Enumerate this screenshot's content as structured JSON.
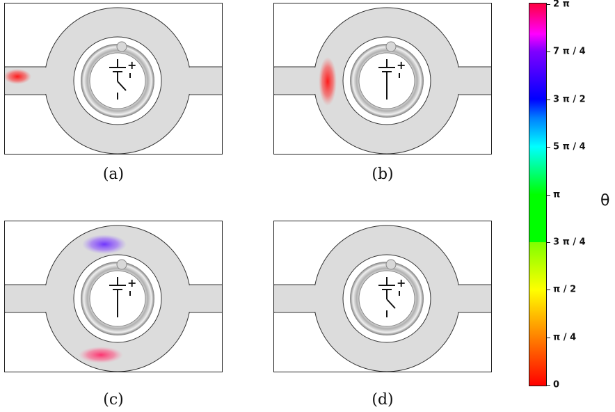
{
  "panels": [
    {
      "caption": "(a)"
    },
    {
      "caption": "(b)"
    },
    {
      "caption": "(c)"
    },
    {
      "caption": "(d)"
    }
  ],
  "colorbar": {
    "label": "θ",
    "ticks": [
      "2 π",
      "7 π / 4",
      "3 π / 2",
      "5 π / 4",
      "π",
      "3 π / 4",
      "π / 2",
      "π / 4",
      "0"
    ]
  },
  "colors": {
    "device_fill": "#dcdcdc",
    "outline": "#333333",
    "cloud_red": "#ff2a2a",
    "cloud_purple": "#7a3cff",
    "cloud_pink": "#ff4477"
  }
}
